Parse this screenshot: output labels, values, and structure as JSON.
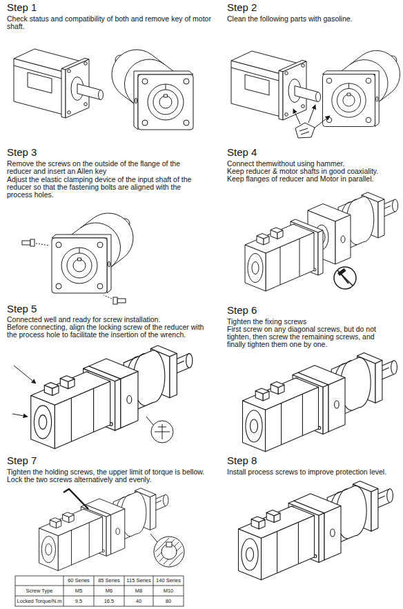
{
  "diagram": {
    "labels": [
      "Step 1",
      "Check status and compatibility of both and remove key of motor shaft.",
      "Step 2",
      "Clean the following parts with gasoline.",
      "Step 3",
      "Remove the screws on the outside of the flange of the reducer and insert an Allen key",
      "Adjust the elastic clamping device of the input shaft of the reducer so that the fastening bolts are aligned with the process holes.",
      "Step 4",
      "Connect themwithout using hammer.",
      "Keep reducer & motor shafts in good coaxiality.",
      "Keep flanges of reducer and Motor in parallel.",
      "Step 5",
      "Connected well and ready for screw installation.",
      "Before connecting, align the locking screw of the reducer with the process hole to facilitate the insertion of the wrench.",
      "Step 6",
      "Tighten the fixing screws",
      "First screw on any diagonal screws, but do not tighten, then screw the remaining screws, and finally tighten them one by one.",
      "Step 7",
      "Tighten the holding screws, the upper limit of torque is bellow.",
      "Lock the two screws alternatively and evenly.",
      "Step 8",
      "Install process screws to improve protection level.",
      "60 Series",
      "85 Series",
      "115 Series",
      "140 Series",
      "Screw Type",
      "M5",
      "M6",
      "M8",
      "M10",
      "Locked Torque/N.m",
      "9.5",
      "16.5",
      "40",
      "80"
    ]
  }
}
